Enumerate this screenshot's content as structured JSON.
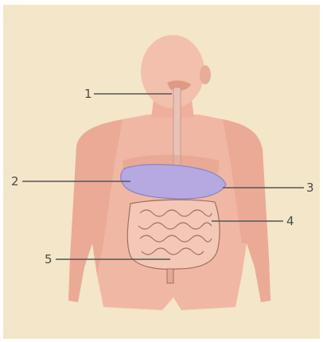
{
  "diagram": {
    "subject": "human-digestive-system",
    "colors": {
      "background": "#f4e6c8",
      "skin": "#f0b8a4",
      "skin_shadow": "#e39a86",
      "stomach": "#b6a8e0",
      "intestine": "#f3c8b6",
      "intestine_outline": "#a0705e",
      "esophagus": "#e9c2b8",
      "leader_line": "#555555",
      "label_text": "#4a4a4a"
    },
    "callouts": [
      {
        "id": "1",
        "label": "1"
      },
      {
        "id": "2",
        "label": "2"
      },
      {
        "id": "3",
        "label": "3"
      },
      {
        "id": "4",
        "label": "4"
      },
      {
        "id": "5",
        "label": "5"
      }
    ]
  }
}
